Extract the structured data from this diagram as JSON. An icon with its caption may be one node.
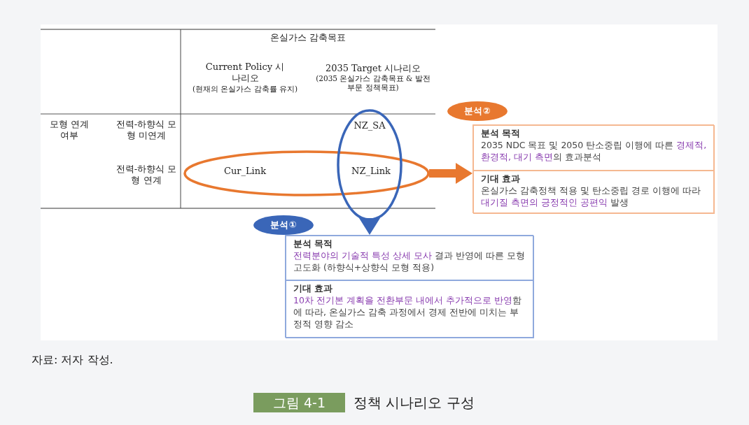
{
  "diagram": {
    "title": "정책 시나리오 구성",
    "caption": "자료: 저자 작성.",
    "nodes": [
      {
        "text": [],
        "shape": "ellipse"
      },
      {
        "text": [],
        "shape": "ellipse"
      },
      {
        "text": [
          "분석②"
        ]
      },
      {
        "text": [],
        "shape": "box"
      },
      {
        "text": [
          "분석 목적",
          "2035 NDC 목표 및 2050 탄소중립 이행에 따른 **경제적, 환경적, 대기 측면**의 효과분석"
        ],
        "in": 3
      },
      {
        "text": [
          "기대 효과",
          "온실가스 감축정책 적용 및 탄소중립 경로 이행에 따라 **대기질 측면의 긍정적인 공편익** 발생"
        ],
        "in": 3
      },
      {
        "text": [
          "분석①"
        ]
      },
      {
        "text": [],
        "shape": "box"
      },
      {
        "text": [
          "분석 목적",
          "**전력분야의 기술적 특성 상세 모사** 결과 반영에 따른 모형 고도화 (하향식+상향식 모형 적용)"
        ],
        "in": 7
      },
      {
        "text": [
          "기대 효과",
          "**10차 전기본 계획을 전환부문 내에서 추가적으로 반영**함에 따라, 온실가스 감축 과정에서 경제 전반에 미치는 부정적 영향 감소"
        ],
        "in": 7
      }
    ],
    "edges": [
      {
        "from": 0,
        "to": 3,
        "arrow": "to",
        "color": "#e8782f"
      },
      {
        "from": 1,
        "to": 7,
        "arrow": "to",
        "color": "#3a66b8"
      }
    ],
    "labels": [
      "온실가스 감축목표",
      "Current Policy 시나리오",
      "(현재의 온실가스 감축률 유지)",
      "2035 Target 시나리오",
      "(2035 온실가스 감축목표 & 발전부문 정책목표)",
      "모형 연계 여부",
      "전력-하향식 모형 미연계",
      "NZ_SA",
      "전력-하향식 모형 연계",
      "Cur_Link",
      "NZ_Link",
      "그림 4-1"
    ]
  }
}
